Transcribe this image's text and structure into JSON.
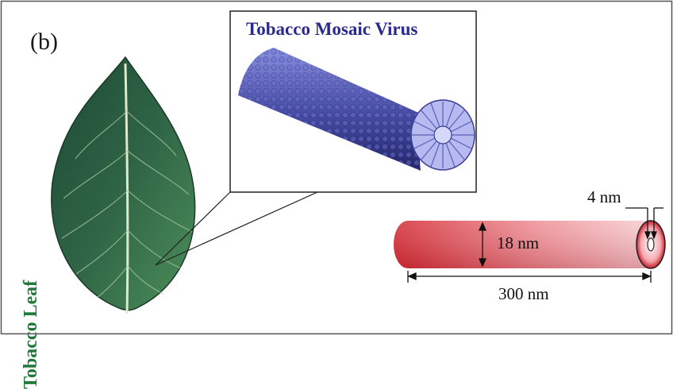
{
  "labels": {
    "panel": "(b)",
    "leaf": "Tobacco Leaf",
    "virus_title": "Tobacco Mosaic Virus",
    "diameter": "18 nm",
    "length": "300 nm",
    "core": "4 nm"
  },
  "colors": {
    "leaf": "#2e5a3c",
    "virus": "#4a4fa8",
    "rod": "#d8333d",
    "title": "#2a2a8c",
    "leaf_label": "#1f7a3a"
  }
}
